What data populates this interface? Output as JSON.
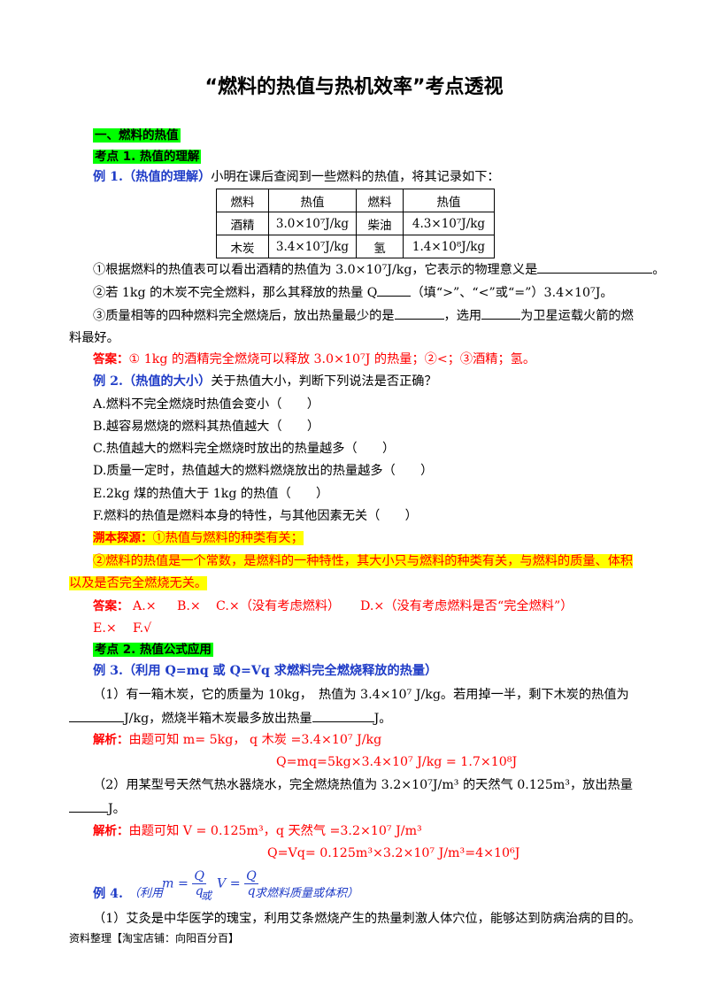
{
  "title": "“燃料的热值与热机效率”考点透视",
  "section1": "一、燃料的热值",
  "kp1": "考点 1. 热值的理解",
  "ex1": {
    "label": "例 1.（热值的理解）",
    "text": "小明在课后查阅到一些燃料的热值，将其记录如下：",
    "table": {
      "headers": [
        "燃料",
        "热值",
        "燃料",
        "热值"
      ],
      "rows": [
        [
          "酒精",
          "3.0×10⁷J/kg",
          "柴油",
          "4.3×10⁷J/kg"
        ],
        [
          "木炭",
          "3.4×10⁷J/kg",
          "氢",
          "1.4×10⁸J/kg"
        ]
      ]
    },
    "q1": "①根据燃料的热值表可以看出酒精的热值为 3.0×10⁷J/kg，它表示的物理意义是",
    "q1_end": "。",
    "q2a": "②若 1kg 的木炭不完全燃料，那么其释放的热量 Q",
    "q2b": "（填“>”、“<”或“=”）3.4×10⁷J。",
    "q3a": "③质量相等的四种燃料完全燃烧后，放出热量最少的是",
    "q3b": "，选用",
    "q3c": "为卫星运载火箭的燃",
    "q3d": "料最好。",
    "answer_label": "答案：",
    "answer": "① 1kg 的酒精完全燃烧可以释放 3.0×10⁷J 的热量；②<；③酒精；氢。"
  },
  "ex2": {
    "label": "例 2.（热值的大小）",
    "text": "关于热值大小，判断下列说法是否正确？",
    "options": [
      "A.燃料不完全燃烧时热值会变小（　　）",
      "B.越容易燃烧的燃料其热值越大（　　）",
      "C.热值越大的燃料完全燃烧时放出的热量越多（　　）",
      "D.质量一定时，热值越大的燃料燃烧放出的热量越多（　　）",
      "E.2kg 煤的热值大于 1kg 的热值（　　）",
      "F.燃料的热值是燃料本身的特性，与其他因素无关（　　）"
    ],
    "source_label": "溯本探源：",
    "source1": "①热值与燃料的种类有关；",
    "source2a": "②燃料的热值是一个常数，是燃料的一种特性，其大小只与燃料的种类有关，与燃料的质量、体积",
    "source2b": "以及是否完全燃烧无关。",
    "answer_label": "答案：",
    "answers1": [
      "A.×",
      "B.×",
      "C.×（没有考虑燃料）",
      "D.×（没有考虑燃料是否“完全燃料”）"
    ],
    "answers2": [
      "E.×",
      "F.√"
    ]
  },
  "kp2": "考点 2. 热值公式应用",
  "ex3": {
    "label": "例 3.（利用 Q=mq 或 Q=Vq 求燃料完全燃烧释放的热量）",
    "p1a": "（1）有一箱木炭，它的质量为 10kg，　热值为 3.4×10⁷ J/kg。若用掉一半，剩下木炭的热值为",
    "p1b": "J/kg，燃烧半箱木炭最多放出热量",
    "p1c": "J。",
    "sol_label": "解析：",
    "sol1a": "由题可知 m=  5kg，  q 木炭  =3.4×10⁷  J/kg",
    "sol1b": "Q=mq=5kg×3.4×10⁷  J/kg = 1.7×10⁸J",
    "p2a": "（2）用某型号天然气热水器烧水，完全燃烧热值为 3.2×10⁷J/m³ 的天然气 0.125m³，放出热量",
    "p2b": "J。",
    "sol2a": "由题可知 V  =  0.125m³，q 天然气 =3.2×10⁷  J/m³",
    "sol2b": "Q=Vq=  0.125m³×3.2×10⁷  J/m³=4×10⁶J"
  },
  "ex4": {
    "label": "例 4.",
    "paren": "（利用",
    "or": "或",
    "desc": "求燃料质量或体积）",
    "f1_lhs": "m =",
    "f2_lhs": "V =",
    "f_num": "Q",
    "f_den": "q",
    "p1": "（1）艾灸是中华医学的瑰宝，利用艾条燃烧产生的热量刺激人体穴位，能够达到防病治病的目的。"
  },
  "footer": "资料整理【淘宝店铺：向阳百分百】"
}
